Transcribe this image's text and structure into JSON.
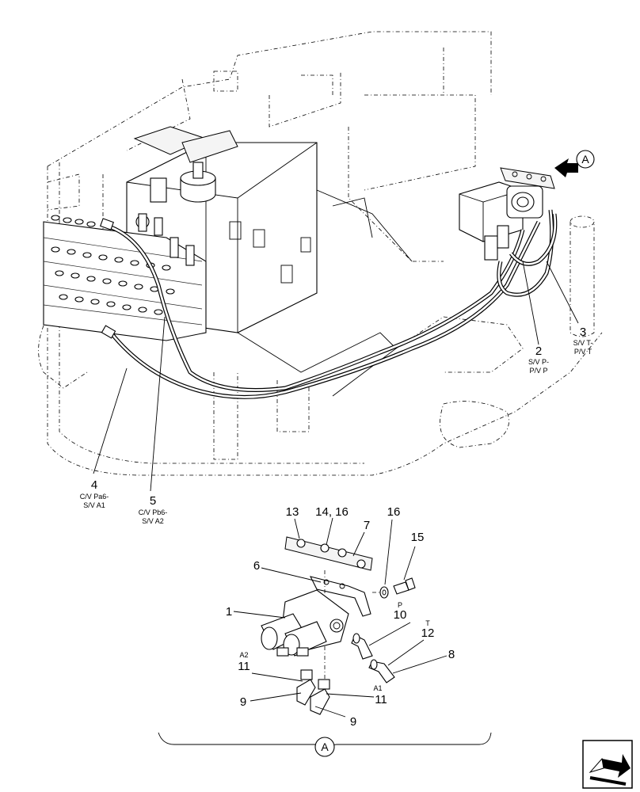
{
  "callouts": {
    "c1": {
      "num": "1"
    },
    "c2": {
      "num": "2",
      "sub1": "S/V P-",
      "sub2": "P/V P"
    },
    "c3": {
      "num": "3",
      "sub1": "S/V T-",
      "sub2": "P/V T"
    },
    "c4": {
      "num": "4",
      "sub1": "C/V Pa6-",
      "sub2": "S/V A1"
    },
    "c5": {
      "num": "5",
      "sub1": "C/V Pb6-",
      "sub2": "S/V A2"
    },
    "c6": {
      "num": "6"
    },
    "c7": {
      "num": "7"
    },
    "c8": {
      "num": "8"
    },
    "c9a": {
      "num": "9"
    },
    "c9b": {
      "num": "9"
    },
    "c10": {
      "num": "10",
      "port": "P"
    },
    "c11a": {
      "num": "11",
      "port": "A2"
    },
    "c11b": {
      "num": "11",
      "port": "A1"
    },
    "c12": {
      "num": "12",
      "port": "T"
    },
    "c13": {
      "num": "13"
    },
    "c14": {
      "num": "14, 16"
    },
    "c15": {
      "num": "15"
    },
    "c16": {
      "num": "16"
    }
  },
  "view_marker": {
    "top": "A",
    "bottom": "A"
  }
}
